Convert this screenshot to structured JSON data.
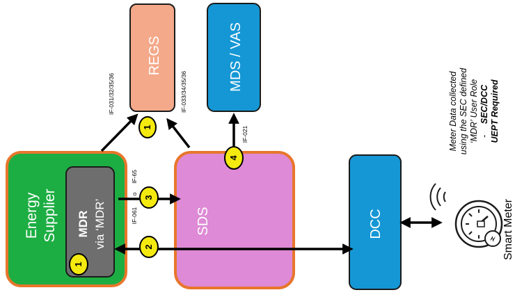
{
  "boxes": {
    "regs": "REGS",
    "mds_vas": "MDS / VAS",
    "energy_supplier_line1": "Energy",
    "energy_supplier_line2": "Supplier",
    "mdr_line1": "MDR",
    "mdr_line2": "via ‘MDR’",
    "sds": "SDS",
    "dcc": "DCC",
    "smart_meter": "Smart Meter"
  },
  "interfaces": {
    "regs_left": "IF-031/32/35/36",
    "regs_right": "IF-033/34/35/36",
    "mds": "IF-021",
    "sds_top": "IF-65",
    "sds_bottom": "IF-061",
    "sds_connector": "o"
  },
  "badges": {
    "b1_top": "1",
    "b1_mdr": "1",
    "b2": "2",
    "b3": "3",
    "b4": "4"
  },
  "note": {
    "line1": "Meter Data collected",
    "line2": "using the SEC defined",
    "line3": "‘MDR’ User Role",
    "line4_dash": "-",
    "line4": "SEC/DCC",
    "line5": "UEPT Required"
  },
  "colors": {
    "regs_fill": "#F4A98A",
    "mds_fill": "#1597D5",
    "dcc_fill": "#1597D5",
    "supplier_fill": "#1DAE43",
    "mdr_fill": "#6E6E6E",
    "sds_fill": "#DE8AD6",
    "outline_orange": "#E8762C",
    "badge_fill": "#F5EA0F"
  }
}
